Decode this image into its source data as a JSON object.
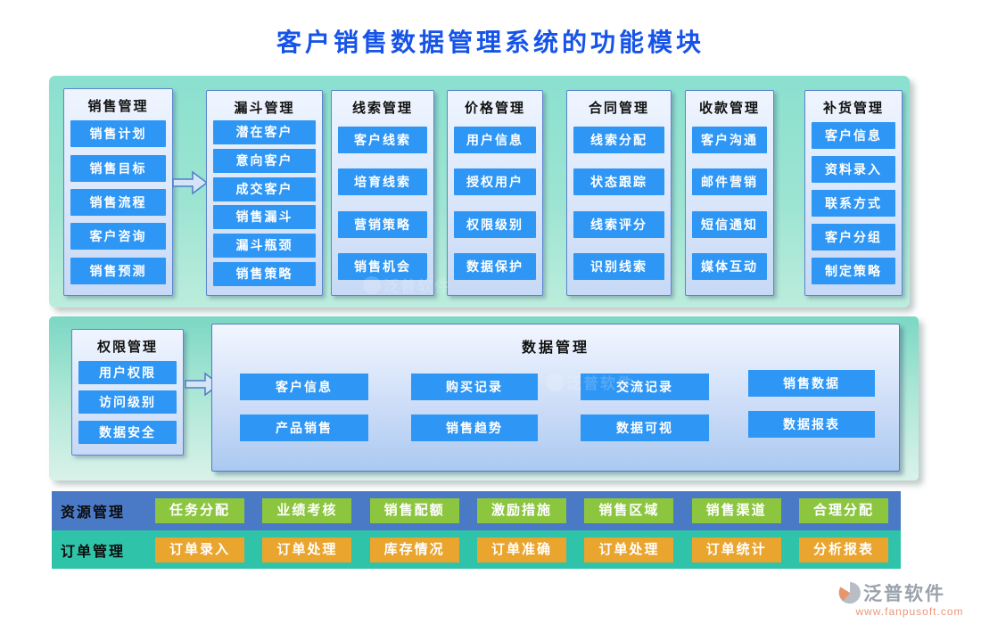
{
  "title": "客户销售数据管理系统的功能模块",
  "panel1": {
    "columns": [
      {
        "header": "销售管理",
        "items": [
          "销售计划",
          "销售目标",
          "销售流程",
          "客户咨询",
          "销售预测"
        ]
      },
      {
        "header": "漏斗管理",
        "items": [
          "潜在客户",
          "意向客户",
          "成交客户",
          "销售漏斗",
          "漏斗瓶颈",
          "销售策略"
        ]
      },
      {
        "header": "线索管理",
        "items": [
          "客户线索",
          "培育线索",
          "营销策略",
          "销售机会"
        ]
      },
      {
        "header": "价格管理",
        "items": [
          "用户信息",
          "授权用户",
          "权限级别",
          "数据保护"
        ]
      },
      {
        "header": "合同管理",
        "items": [
          "线索分配",
          "状态跟踪",
          "线索评分",
          "识别线索"
        ]
      },
      {
        "header": "收款管理",
        "items": [
          "客户沟通",
          "邮件营销",
          "短信通知",
          "媒体互动"
        ]
      },
      {
        "header": "补货管理",
        "items": [
          "客户信息",
          "资料录入",
          "联系方式",
          "客户分组",
          "制定策略"
        ]
      }
    ]
  },
  "panel2": {
    "permission": {
      "header": "权限管理",
      "items": [
        "用户权限",
        "访问级别",
        "数据安全"
      ]
    },
    "data_mgmt": {
      "title": "数据管理",
      "row1": [
        "客户信息",
        "购买记录",
        "交流记录",
        "销售数据"
      ],
      "row2": [
        "产品销售",
        "销售趋势",
        "数据可视",
        "数据报表"
      ]
    }
  },
  "resource_row": {
    "label": "资源管理",
    "items": [
      "任务分配",
      "业绩考核",
      "销售配额",
      "激励措施",
      "销售区域",
      "销售渠道",
      "合理分配"
    ]
  },
  "order_row": {
    "label": "订单管理",
    "items": [
      "订单录入",
      "订单处理",
      "库存情况",
      "订单准确",
      "订单处理",
      "订单统计",
      "分析报表"
    ]
  },
  "footer": {
    "brand": "泛普软件",
    "url": "www.fanpusoft.com"
  },
  "watermark": "泛普软件",
  "colors": {
    "title_blue": "#1653e8",
    "item_blue": "#2e96f5",
    "panel_teal_top": "#8be0cf",
    "panel_teal_bottom": "#bcecdc",
    "column_panel_blue": "#c7d9f6",
    "resource_bar_bg": "#4a79c6",
    "order_bar_bg": "#2fc3a9",
    "green_button": "#8cc63f",
    "orange_button": "#e9a52d",
    "brand_grey": "#9aa2ac",
    "url_salmon": "#e8987a"
  }
}
